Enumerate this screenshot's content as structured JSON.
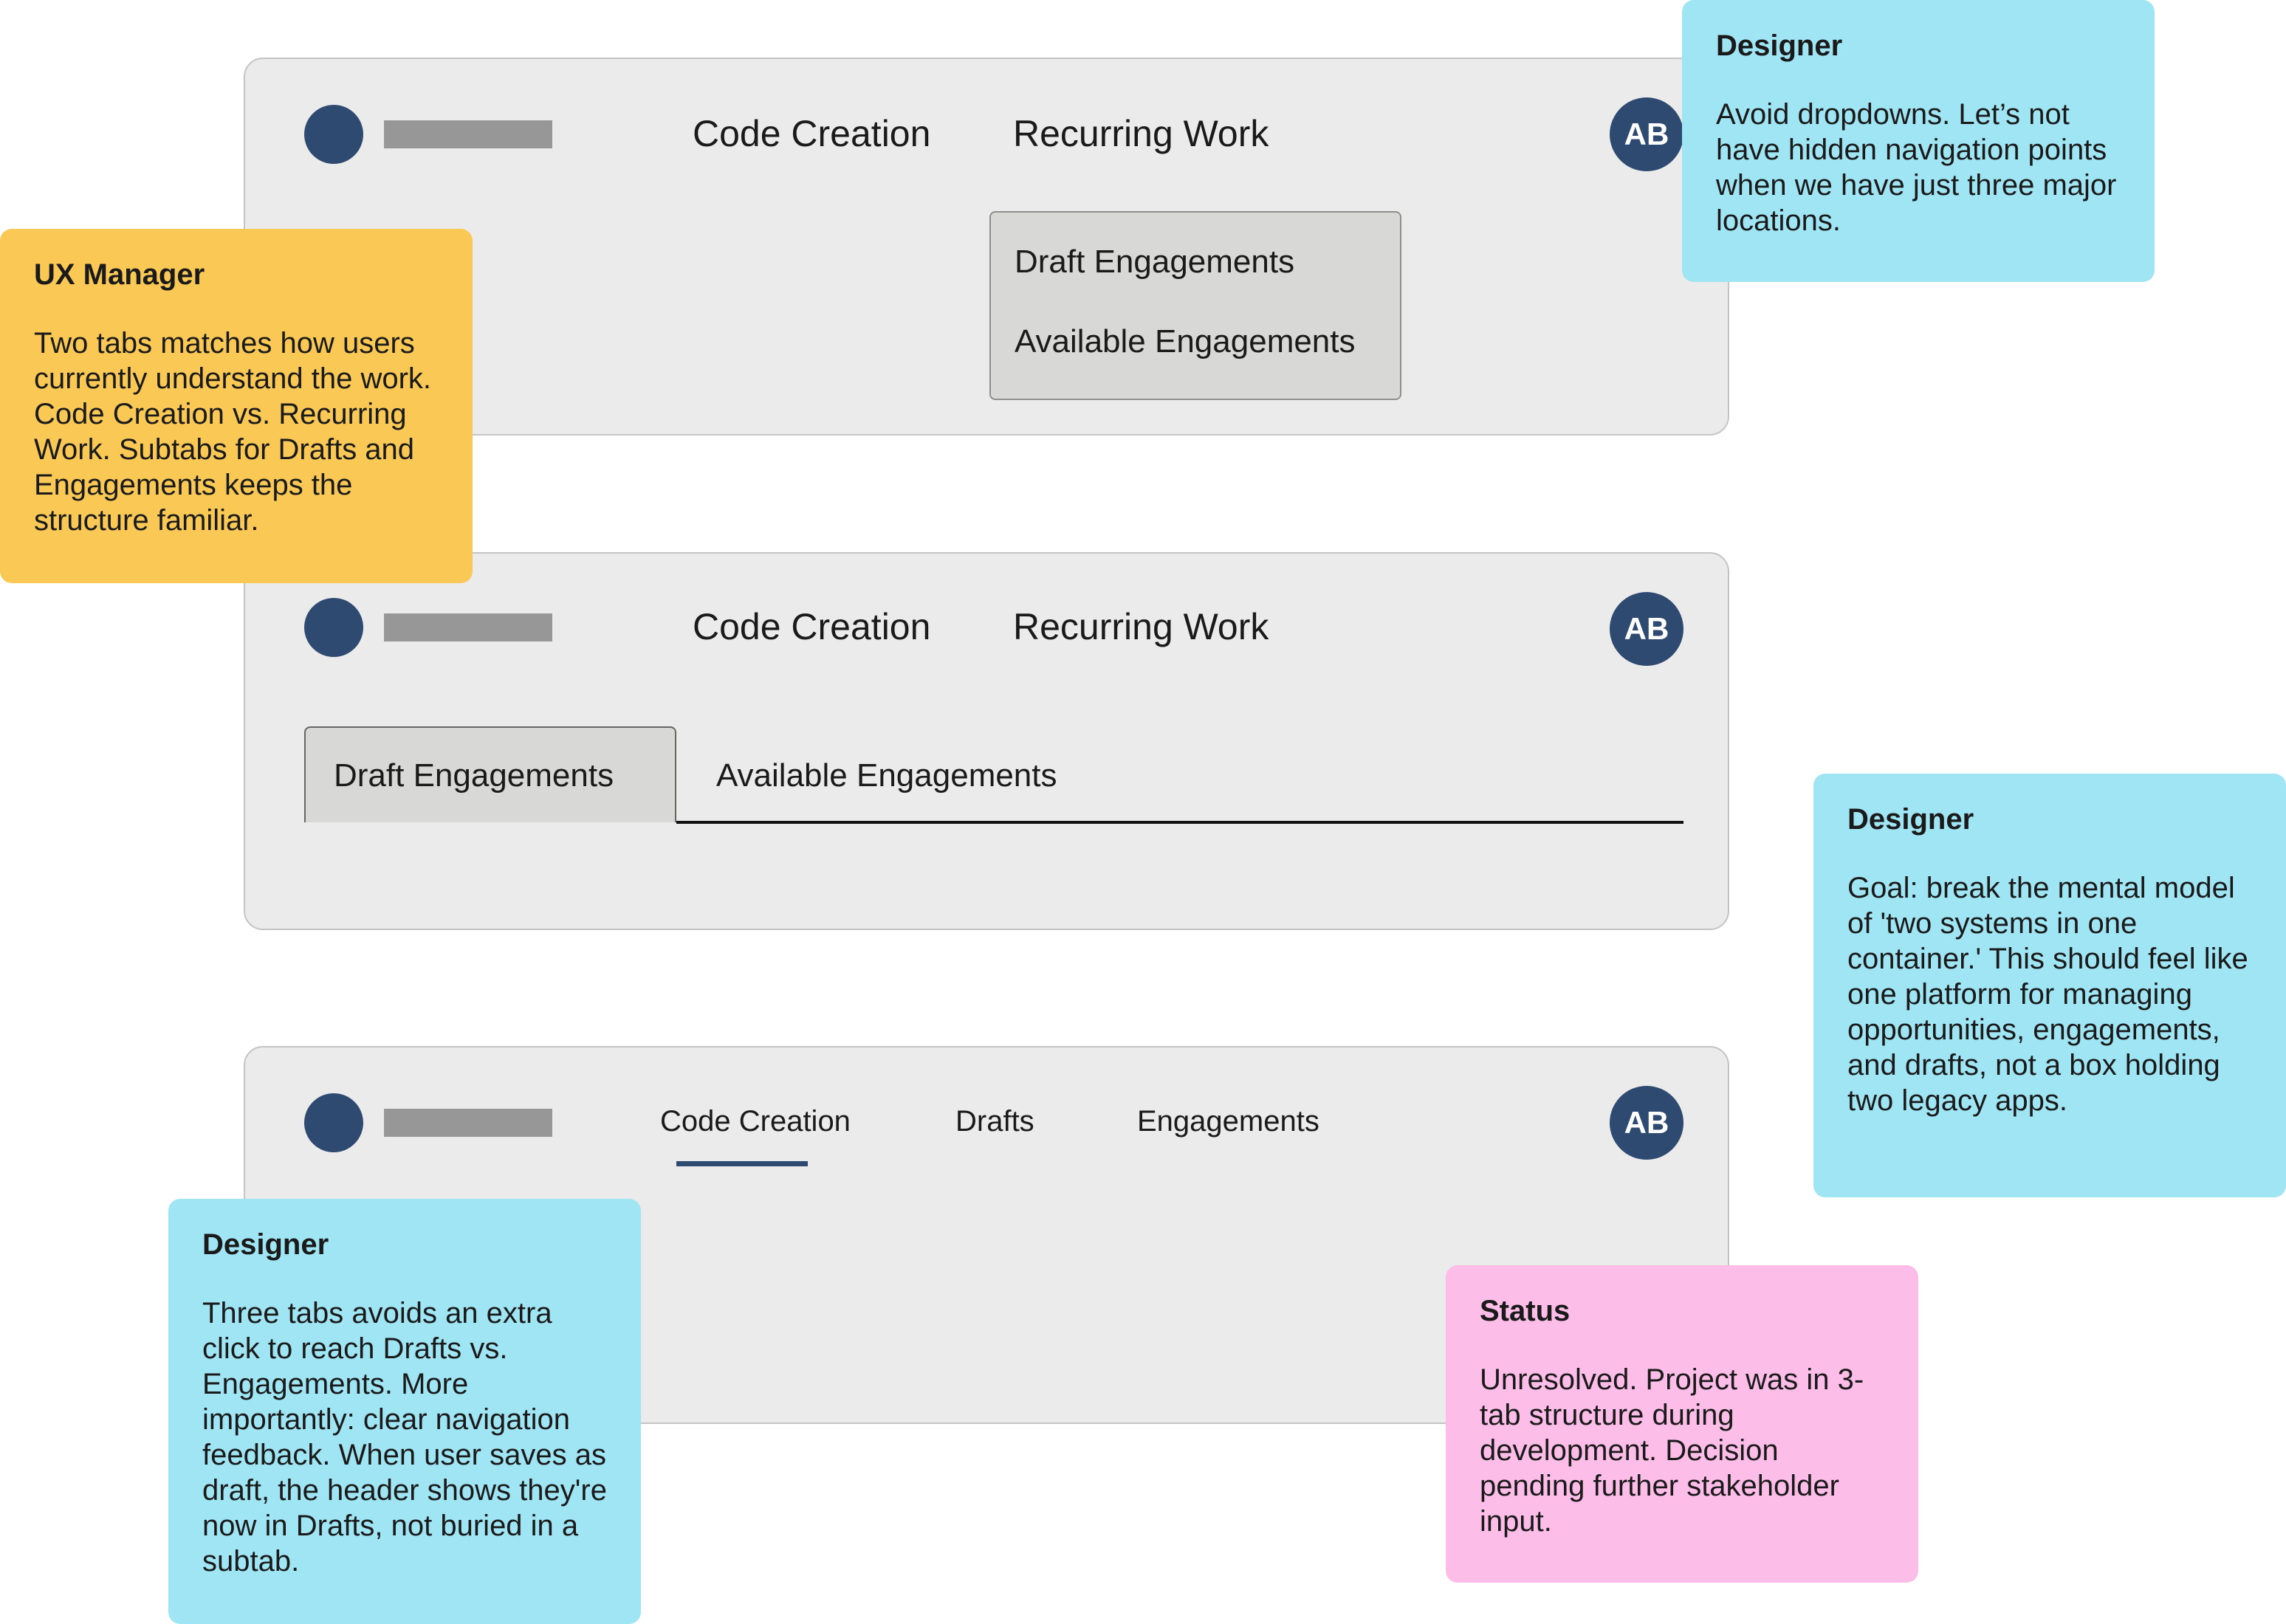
{
  "avatar_initials": "AB",
  "option_a": {
    "nav": [
      "Code Creation",
      "Recurring Work"
    ],
    "dropdown_items": [
      "Draft Engagements",
      "Available Engagements"
    ]
  },
  "option_b": {
    "nav": [
      "Code Creation",
      "Recurring Work"
    ],
    "subtabs": [
      "Draft Engagements",
      "Available Engagements"
    ]
  },
  "option_c": {
    "nav": [
      "Code Creation",
      "Drafts",
      "Engagements"
    ]
  },
  "notes": [
    {
      "title": "Designer",
      "body": "Avoid dropdowns. Let’s not have hidden navigation points when we have just three major locations."
    },
    {
      "title": "UX Manager",
      "body": "Two tabs matches how users currently understand the work. Code Creation vs. Recurring Work. Subtabs for Drafts and Engagements keeps the structure familiar."
    },
    {
      "title": "Designer",
      "body": "Goal: break the mental model of 'two systems in one container.' This should feel like one platform for managing opportunities, engagements, and drafts, not a box holding two legacy apps."
    },
    {
      "title": "Designer",
      "body": "Three tabs avoids an extra click to reach Drafts vs. Engagements. More importantly: clear navigation feedback. When user saves as draft, the header shows they're now in Drafts, not buried in a subtab."
    },
    {
      "title": "Status",
      "body": "Unresolved. Project was in 3-tab structure during development. Decision pending further stakeholder input."
    }
  ],
  "colors": {
    "navy": "#2f4a70",
    "note_blue": "#9fe5f4",
    "note_yellow": "#f9c855",
    "note_pink": "#fdbde9",
    "frame": "#ebebeb"
  }
}
